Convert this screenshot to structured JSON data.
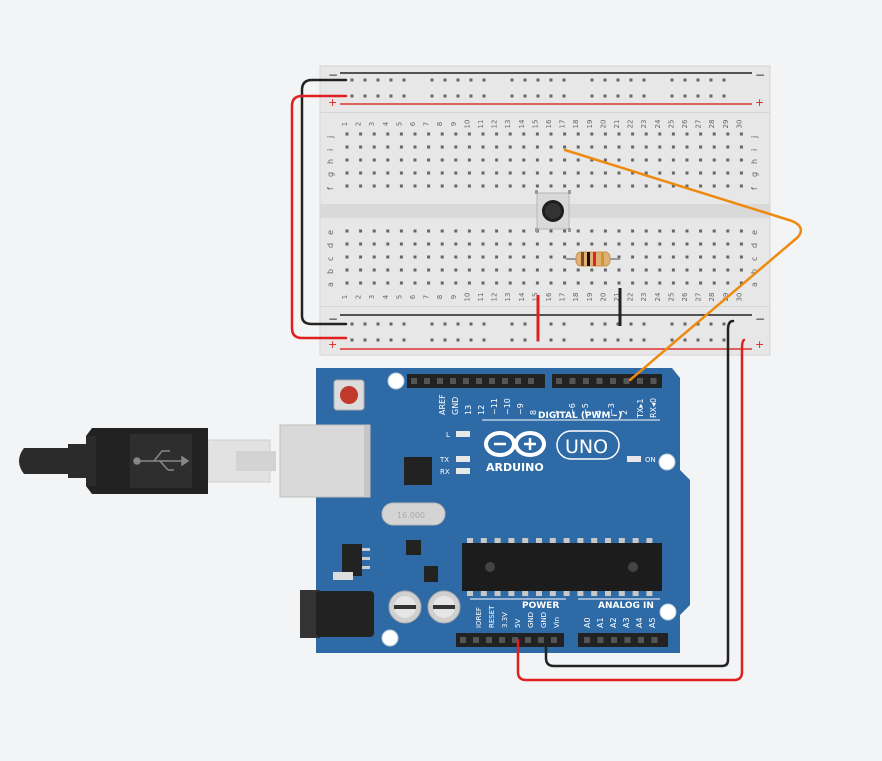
{
  "breadboard": {
    "rail_minus": "−",
    "rail_plus": "+",
    "row_letters_top": [
      "j",
      "i",
      "h",
      "g",
      "f"
    ],
    "row_letters_bottom": [
      "e",
      "d",
      "c",
      "b",
      "a"
    ],
    "columns": [
      "1",
      "2",
      "3",
      "4",
      "5",
      "6",
      "7",
      "8",
      "9",
      "10",
      "11",
      "12",
      "13",
      "14",
      "15",
      "16",
      "17",
      "18",
      "19",
      "20",
      "21",
      "22",
      "23",
      "24",
      "25",
      "26",
      "27",
      "28",
      "29",
      "30"
    ]
  },
  "arduino": {
    "brand": "ARDUINO",
    "model": "UNO",
    "digital_header_label": "DIGITAL (PWM~)",
    "digital_pins_left": [
      "AREF",
      "GND",
      "13",
      "12",
      "~11",
      "~10",
      "~9",
      "8"
    ],
    "digital_pins_right": [
      "7",
      "~6",
      "~5",
      "4",
      "~3",
      "2",
      "TX▸1",
      "RX◂0"
    ],
    "led_l": "L",
    "led_tx": "TX",
    "led_rx": "RX",
    "led_on": "ON",
    "power_label": "POWER",
    "power_pins": [
      "IOREF",
      "RESET",
      "3.3V",
      "5V",
      "GND",
      "GND",
      "Vin"
    ],
    "analog_label": "ANALOG IN",
    "analog_pins": [
      "A0",
      "A1",
      "A2",
      "A3",
      "A4",
      "A5"
    ],
    "crystal_text": "16.000"
  },
  "colors": {
    "board_blue": "#2e6aa6",
    "wire_red": "#e02020",
    "wire_black": "#222222",
    "wire_orange": "#ee8a10",
    "breadboard": "#e7e7e7"
  }
}
